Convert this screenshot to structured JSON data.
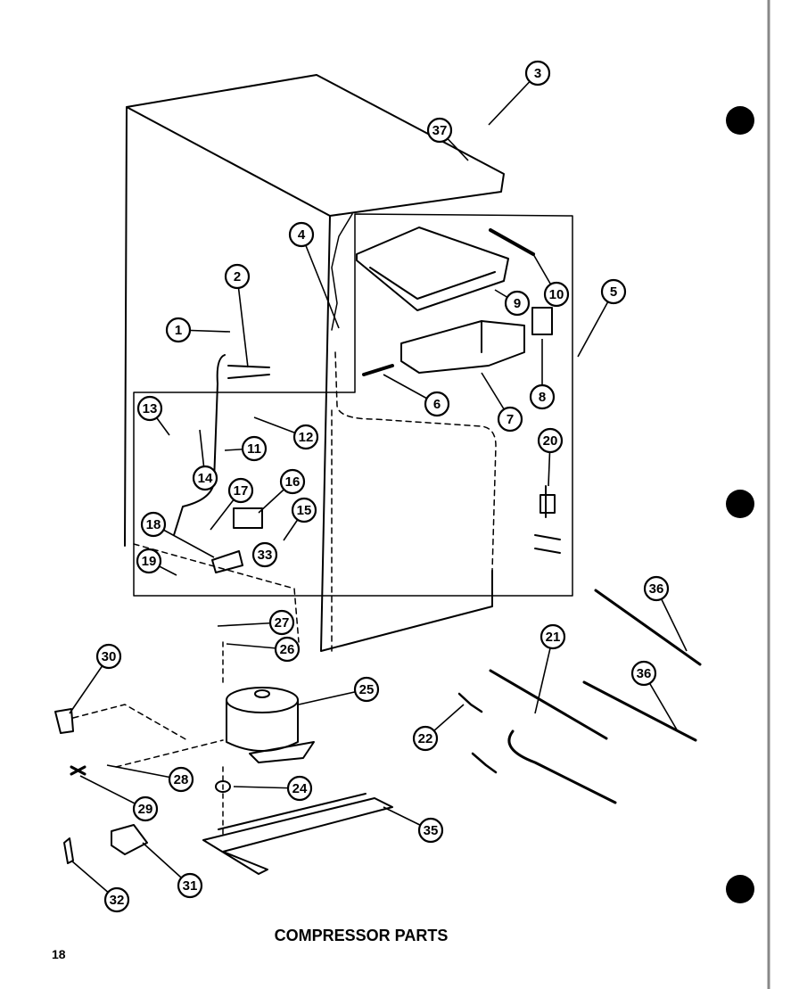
{
  "diagram": {
    "caption": "COMPRESSOR PARTS",
    "page_number": "18",
    "callouts": [
      "1",
      "2",
      "3",
      "4",
      "5",
      "6",
      "7",
      "8",
      "9",
      "10",
      "11",
      "12",
      "13",
      "14",
      "15",
      "16",
      "17",
      "18",
      "19",
      "20",
      "21",
      "22",
      "24",
      "25",
      "26",
      "27",
      "28",
      "29",
      "30",
      "31",
      "32",
      "33",
      "35",
      "36",
      "36",
      "37"
    ]
  }
}
